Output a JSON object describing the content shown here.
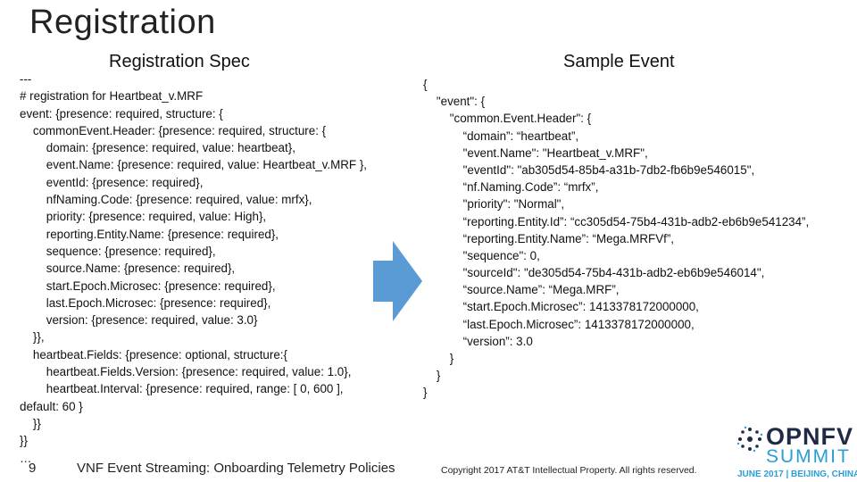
{
  "slide": {
    "title": "Registration",
    "spec_heading": "Registration Spec",
    "sample_heading": "Sample Event",
    "page_number": "9",
    "footer_title": "VNF Event Streaming: Onboarding Telemetry Policies",
    "copyright": "Copyright 2017 AT&T Intellectual Property. All rights reserved.",
    "logo": {
      "opnfv": "OPNFV",
      "summit": "SUMMIT",
      "date_location": "JUNE 2017 | BEIJING, CHINA"
    },
    "arrow_icon": "arrow-right-icon",
    "colors": {
      "arrow_blue": "#5b9bd5",
      "logo_navy": "#1f2a44",
      "logo_blue": "#2a9dd6"
    }
  },
  "spec_lines": [
    "---",
    "# registration for Heartbeat_v.MRF",
    "event: {presence: required, structure: {",
    "    commonEvent.Header: {presence: required, structure: {",
    "        domain: {presence: required, value: heartbeat},",
    "        event.Name: {presence: required, value: Heartbeat_v.MRF },",
    "        eventId: {presence: required},",
    "        nfNaming.Code: {presence: required, value: mrfx},",
    "        priority: {presence: required, value: High},",
    "        reporting.Entity.Name: {presence: required},",
    "        sequence: {presence: required},",
    "        source.Name: {presence: required},",
    "        start.Epoch.Microsec: {presence: required},",
    "        last.Epoch.Microsec: {presence: required},",
    "        version: {presence: required, value: 3.0}",
    "    }},",
    "    heartbeat.Fields: {presence: optional, structure:{",
    "        heartbeat.Fields.Version: {presence: required, value: 1.0},",
    "        heartbeat.Interval: {presence: required, range: [ 0, 600 ],",
    "default: 60 }",
    "    }}",
    "}}",
    "…"
  ],
  "event_lines": [
    "{",
    "    \"event\": {",
    "        \"common.Event.Header\": {",
    "            “domain”: “heartbeat”,",
    "            \"event.Name\": \"Heartbeat_v.MRF\",",
    "            \"eventId\": \"ab305d54-85b4-a31b-7db2-fb6b9e546015\",",
    "            “nf.Naming.Code”: “mrfx”,",
    "            \"priority\": \"Normal\",",
    "            “reporting.Entity.Id”: “cc305d54-75b4-431b-adb2-eb6b9e541234”,",
    "            “reporting.Entity.Name”: “Mega.MRFVf”,",
    "            \"sequence\": 0,",
    "            \"sourceId\": \"de305d54-75b4-431b-adb2-eb6b9e546014\",",
    "            “source.Name”: “Mega.MRF”,",
    "            “start.Epoch.Microsec”: 1413378172000000,",
    "            “last.Epoch.Microsec”: 1413378172000000,",
    "            “version”: 3.0",
    "        }",
    "    }",
    "}"
  ]
}
